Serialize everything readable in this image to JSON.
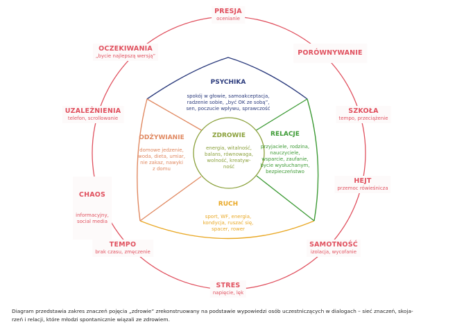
{
  "colors": {
    "outer": "#e0505e",
    "psychika": "#2a3a7c",
    "relacje": "#3c9a34",
    "ruch": "#e9a825",
    "odzywianie": "#e08860",
    "zdrowie": "#8aa03a"
  },
  "outer_nodes": [
    {
      "title": "PRESJA",
      "sub": "ocenianie"
    },
    {
      "title": "PORÓWNYWANIE",
      "sub": ""
    },
    {
      "title": "SZKOŁA",
      "sub": "tempo, przeciążenie"
    },
    {
      "title": "HEJT",
      "sub": "przemoc rówieśnicza"
    },
    {
      "title": "SAMOTNOŚĆ",
      "sub": "izolacja, wycofanie"
    },
    {
      "title": "STRES",
      "sub": "napięcie, lęk"
    },
    {
      "title": "TEMPO",
      "sub": "brak czasu, zmęczenie"
    },
    {
      "title": "CHAOS",
      "sub": "informacyjny,\nsocial media"
    },
    {
      "title": "UZALEŻNIENIA",
      "sub": "telefon, scrollowanie"
    },
    {
      "title": "OCZEKIWANIA",
      "sub": "„bycie najlepszą wersją”"
    }
  ],
  "sectors": {
    "psychika": {
      "title": "PSYCHIKA",
      "sub": "spokój w głowie, samoakceptacja,\nradzenie sobie, „być OK ze sobą”,\nsen, poczucie wpływu, sprawczość"
    },
    "relacje": {
      "title": "RELACJE",
      "sub": "przyjaciele, rodzina,\nnauczyciele,\nwsparcie, zaufanie,\nbycie wysłuchanym,\nbezpieczeństwo"
    },
    "ruch": {
      "title": "RUCH",
      "sub": "sport, WF, energia,\nkondycja, ruszać się,\nspacer, rower"
    },
    "odzywianie": {
      "title": "ODŻYWIANIE",
      "sub": "domowe jedzenie,\nwoda, dieta, umiar,\nnie zakaz, nawyki\nz domu"
    }
  },
  "center": {
    "title": "ZDROWIE",
    "sub": "energia, witalność,\nbalans, równowaga,\nwolność, kreatyw-\nność"
  },
  "caption": "Diagram przedstawia zakres znaczeń pojęcia „zdrowie” zrekonstruowany na podstawie wypowiedzi osób uczestniczących w dialogach – sieć znaczeń, skoja-\nrzeń i relacji, które młodzi spontanicznie wiązali ze zdrowiem."
}
